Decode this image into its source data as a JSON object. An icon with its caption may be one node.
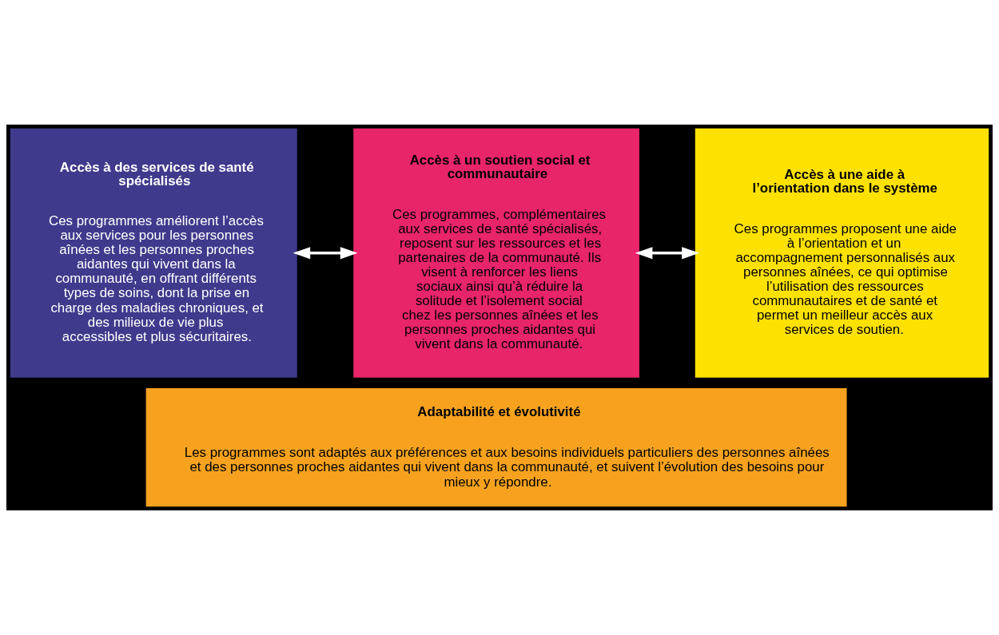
{
  "diagram": {
    "nodes": [
      {
        "text": [
          "Accès à des services de santé spécialisés",
          "Ces programmes améliorent l’accès aux services pour les personnes aînées et les personnes proches aidantes qui vivent dans la communauté, en offrant différents types de soins, dont la prise en charge des maladies chroniques, et des milieux de vie plus accessibles et plus sécuritaires."
        ]
      },
      {
        "text": [
          "Accès à un soutien social et communautaire",
          "Ces programmes, complémentaires aux services de santé spécialisés, reposent sur les ressources et les partenaires de la communauté. Ils visent à renforcer les liens sociaux ainsi qu’à réduire la solitude et l’isolement social chez les personnes aînées et les personnes proches aidantes qui vivent dans la communauté."
        ]
      },
      {
        "text": [
          "Accès à une aide à l’orientation dans le système",
          "Ces programmes proposent une aide à l’orientation et un accompagnement personnalisés aux personnes aînées, ce qui optimise l’utilisation des ressources communautaires et de santé et permet un meilleur accès aux services de soutien."
        ]
      },
      {
        "text": [
          "Adaptabilité et évolutivité",
          "Les programmes sont adaptés aux préférences et aux besoins individuels particuliers des personnes aînées et des personnes proches aidantes qui vivent dans la communauté, et suivent l’évolution des besoins pour mieux y répondre."
        ]
      }
    ],
    "edges": [
      {
        "from": 0,
        "to": 1,
        "arrow": "both"
      },
      {
        "from": 1,
        "to": 2,
        "arrow": "both"
      }
    ]
  }
}
